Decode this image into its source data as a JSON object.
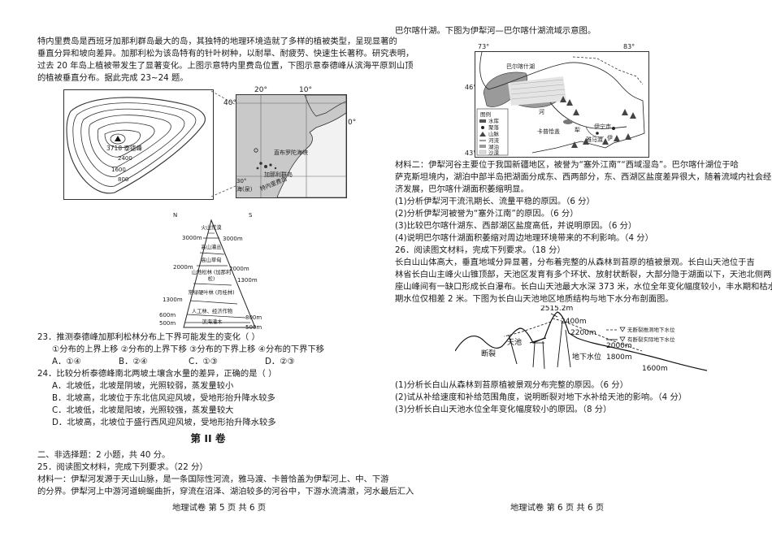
{
  "left": {
    "intro": [
      "特内里费岛是西班牙加那利群岛最大的岛，其独特的地理环境造就了多样的植被类型，呈现显著的",
      "垂直分异和坡向差异。加那利松为该岛特有的针叶树种，以耐旱、耐疲劳、快速生长著称。研究表明，",
      "过去 20 年岛上植被带发生了显著变化。上图示意特内里费岛位置，下图示意泰德峰从滨海平原到山顶",
      "的植被垂直分布。据此完成 23~24 题。"
    ],
    "map1": {
      "peak": "3718 泰德峰",
      "c2400": "2400",
      "c1600": "1600",
      "c800": "800"
    },
    "map2": {
      "lon20": "20°",
      "lon10": "10°",
      "lat40": "40°",
      "lat0": "0°",
      "lat30": "30°",
      "strait": "直布罗陀海峡",
      "islands": "加那利群岛",
      "tenerife": "特内里费岛",
      "sea": "海(泉)"
    },
    "veg": {
      "N": "N",
      "S": "S",
      "zones": [
        "火山荒漠",
        "高山灌丛",
        "高山草甸",
        "山地松林 (加那利松)",
        "常绿硬叶林 (月桂林)",
        "人工林、经济作物",
        "滨海灌木"
      ],
      "left_alt": [
        "3000m",
        "2000m",
        "1300m",
        "600m",
        "500m"
      ],
      "right_alt": [
        "3000m",
        "2000m",
        "1300m",
        "800m",
        "500m"
      ]
    },
    "q23": {
      "stem": "23．推测泰德峰加那利松林分布上下界可能发生的变化（    ）",
      "items": "①分布的上界上移    ②分布的上界下移    ③分布的下界上移    ④分布的下界下移",
      "A": "A．①④",
      "B": "B．②④",
      "C": "C．①③",
      "D": "D．②③"
    },
    "q24": {
      "stem": "24．比较分析泰德峰南北两坡土壤含水量的差异，正确的是（    ）",
      "A": "A．北坡低，北坡是阴坡，光照较弱，蒸发量较小",
      "B": "B．北坡高，北坡位于东北信风迎风坡，受地形抬升降水较多",
      "C": "C．北坡低，北坡是阳坡，光照较强，蒸发量较大",
      "D": "D．北坡高，北坡位于盛行西风迎风坡，受地形抬升降水较多"
    },
    "section_title": "第 II 卷",
    "sec2": "二、非选择题：2 小题，共 40 分。",
    "q25_head": "25．阅读图文材料，完成下列要求。（22 分）",
    "q25_m1": [
      "    材料一：伊犁河发源于天山山脉，是一条国际性河流，雅马渡、卡普恰盖为伊犁河上、中、下游",
      "的分界。伊犁河上中游河道蜿蜒曲折，穿流在沼泽、湖泊较多的河谷中，下游水流清澈，河水最后汇入"
    ],
    "footer": "地理试卷    第 5 页  共 6 页"
  },
  "right": {
    "intro": "巴尔喀什湖。下图为伊犁河—巴尔喀什湖流域示意图。",
    "map": {
      "lon73": "73°",
      "lon83": "83°",
      "lat46": "46°",
      "lat43": "43°",
      "lake": "巴尔喀什湖",
      "river": "河",
      "kapchagai": "卡普恰盖",
      "yili": "伊宁市",
      "yamadu": "雅马渡",
      "li": "犁",
      "yi": "伊",
      "legend": {
        "title": "图例",
        "reservoir": "水库",
        "settlement": "聚落",
        "mountain": "山脉",
        "river": "河流",
        "lake": "湖泊",
        "desert": "沙漠"
      }
    },
    "m2": [
      "    材料二：伊犁河谷主要位于我国新疆地区，被誉为“塞外江南”“西域湿岛”。巴尔喀什湖位于哈",
      "萨克斯坦境内，湖泊中部半岛把湖面分成东、西两部分，东、西湖区盐度差异很大，随着流域内社会经",
      "济发展，巴尔喀什湖面积萎缩明显。"
    ],
    "q25_subs": [
      "(1)分析伊犁河干流汛期长、流量平稳的原因。（6 分）",
      "(2)分析伊犁河被誉为“塞外江南”的原因。（6 分）",
      "(3)比较巴尔喀什湖东、西部湖区盐度高低，并说明原因。（6 分）",
      "(4)说明巴尔喀什湖面积萎缩对周边地理环境带来的不利影响。（4 分）"
    ],
    "q26_head": "26．阅读图文材料，完成下列要求。（18 分）",
    "q26_text": [
      "    长白山山体高大，垂直地域分异显著，分布着完整的从森林到苔原的植被景观。长白山天池位于吉",
      "林省长白山主峰火山锥顶部，天池区发育有多个环状、放射状断裂，大部分隐于湖面以下，天池北侧两",
      "座山峰间有一缺口形成长白瀑布。长白山天池最大水深 373 米，水位全年变化幅度较小，丰水期和枯水",
      "期水位仅相差 2 米。下图为长白山天池地区地质结构与地下水分布剖面图。"
    ],
    "xsec": {
      "peak": "2515.2m",
      "a2400": "2400m",
      "a2200": "2200m",
      "a2000": "2000m",
      "a1800": "1800m",
      "a1600": "1600m",
      "tianchi": "天池",
      "fault": "断裂",
      "gw": "地下水位",
      "leg1": "无断裂推测地下水位",
      "leg2": "有断裂实际地下水位"
    },
    "q26_subs": [
      "(1)分析长白山从森林到苔原植被景观分布完整的原因。（6 分）",
      "(2)试从补给速度和补给范围角度，说明断裂对地下水补给天池的影响。（4 分）",
      "(3)分析长白山天池水位全年变化幅度较小的原因。（8 分）"
    ],
    "footer": "地理试卷    第 6 页  共 6 页"
  }
}
